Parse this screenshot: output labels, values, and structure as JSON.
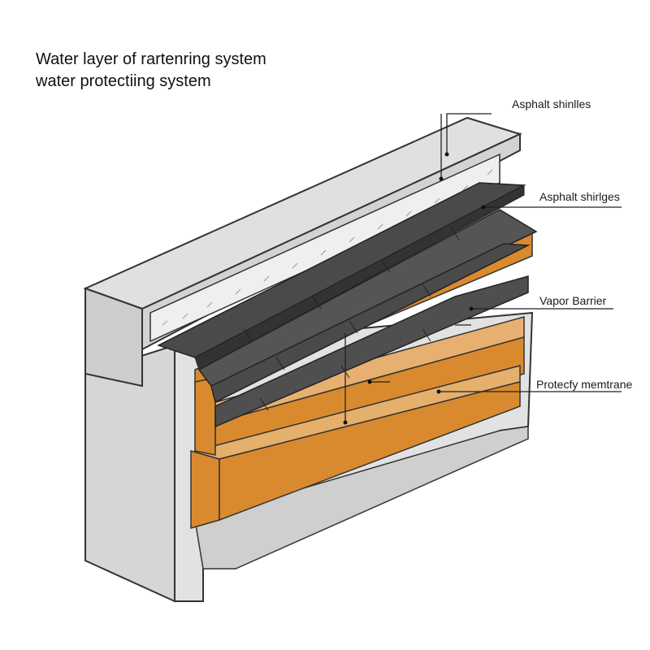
{
  "title": {
    "line1": "Water layer of rartenring system",
    "line2": "water protectiing system"
  },
  "callouts": [
    {
      "id": "asphalt-shinlles",
      "label": "Asphalt shinlles"
    },
    {
      "id": "asphalt-shingles",
      "label": "Asphalt shirlges"
    },
    {
      "id": "vapor-barrier",
      "label": "Vapor Barrier"
    },
    {
      "id": "protective-membrane",
      "label": "Protecfy memtrane"
    }
  ],
  "colors": {
    "concrete": "#d9d9d9",
    "concrete_dark": "#c4c4c4",
    "insulation": "#ececec",
    "shingle": "#4a4a4a",
    "shingle_light": "#5e5e5e",
    "orange": "#d98a2e",
    "orange_light": "#e8b070",
    "tan": "#e5b06c"
  }
}
